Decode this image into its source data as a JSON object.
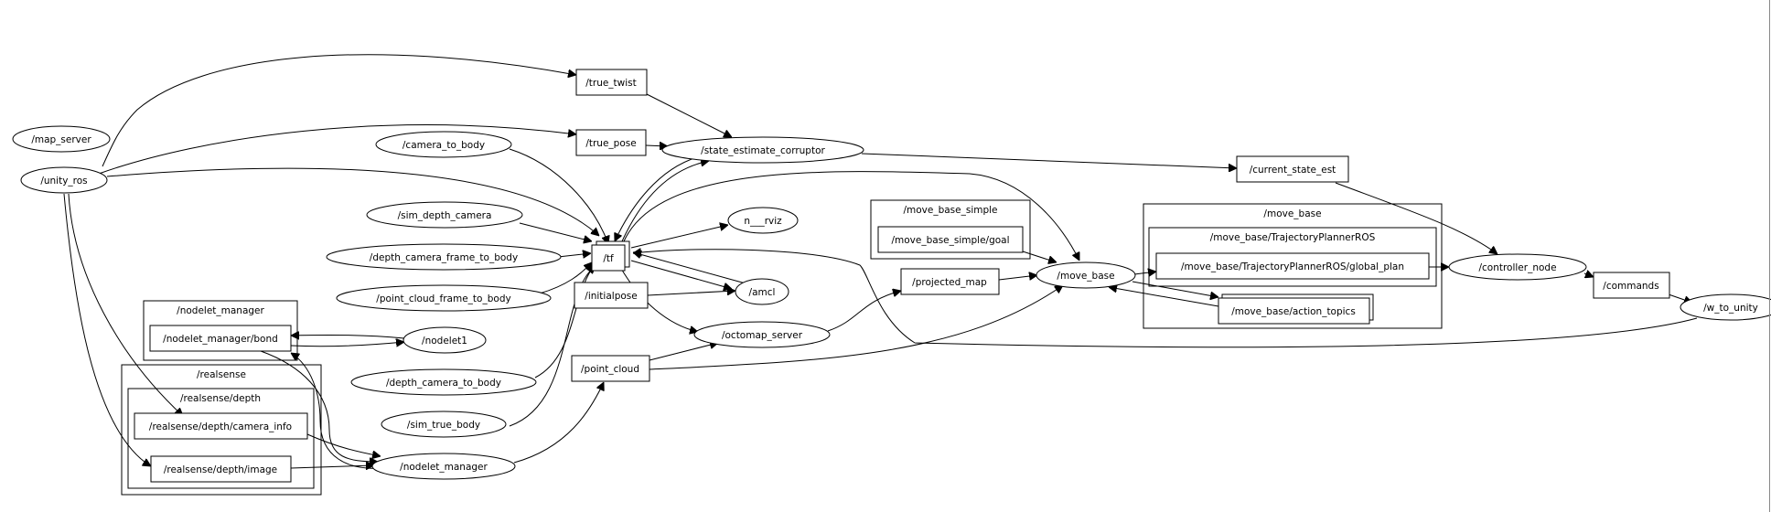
{
  "graph": {
    "nodes": {
      "map_server": "/map_server",
      "unity_ros": "/unity_ros",
      "true_twist": "/true_twist",
      "true_pose": "/true_pose",
      "camera_to_body": "/camera_to_body",
      "state_estimate_corruptor": "/state_estimate_corruptor",
      "current_state_est": "/current_state_est",
      "sim_depth_camera": "/sim_depth_camera",
      "depth_camera_frame_to_body": "/depth_camera_frame_to_body",
      "point_cloud_frame_to_body": "/point_cloud_frame_to_body",
      "tf": "/tf",
      "n_rviz": "n___rviz",
      "initialpose": "/initialpose",
      "amcl": "/amcl",
      "octomap_server": "/octomap_server",
      "projected_map": "/projected_map",
      "move_base": "/move_base",
      "move_base_simple_goal": "/move_base_simple/goal",
      "global_plan": "/move_base/TrajectoryPlannerROS/global_plan",
      "action_topics": "/move_base/action_topics",
      "controller_node": "/controller_node",
      "commands": "/commands",
      "w_to_unity": "/w_to_unity",
      "nodelet_manager_bond": "/nodelet_manager/bond",
      "nodelet1": "/nodelet1",
      "point_cloud": "/point_cloud",
      "depth_camera_to_body": "/depth_camera_to_body",
      "camera_info": "/realsense/depth/camera_info",
      "sim_true_body": "/sim_true_body",
      "realsense_depth_image": "/realsense/depth/image",
      "nodelet_manager": "/nodelet_manager"
    },
    "clusters": {
      "move_base_simple": "/move_base_simple",
      "move_base": "/move_base",
      "trajectory_planner": "/move_base/TrajectoryPlannerROS",
      "nodelet_manager": "/nodelet_manager",
      "realsense": "/realsense",
      "realsense_depth": "/realsense/depth"
    }
  }
}
